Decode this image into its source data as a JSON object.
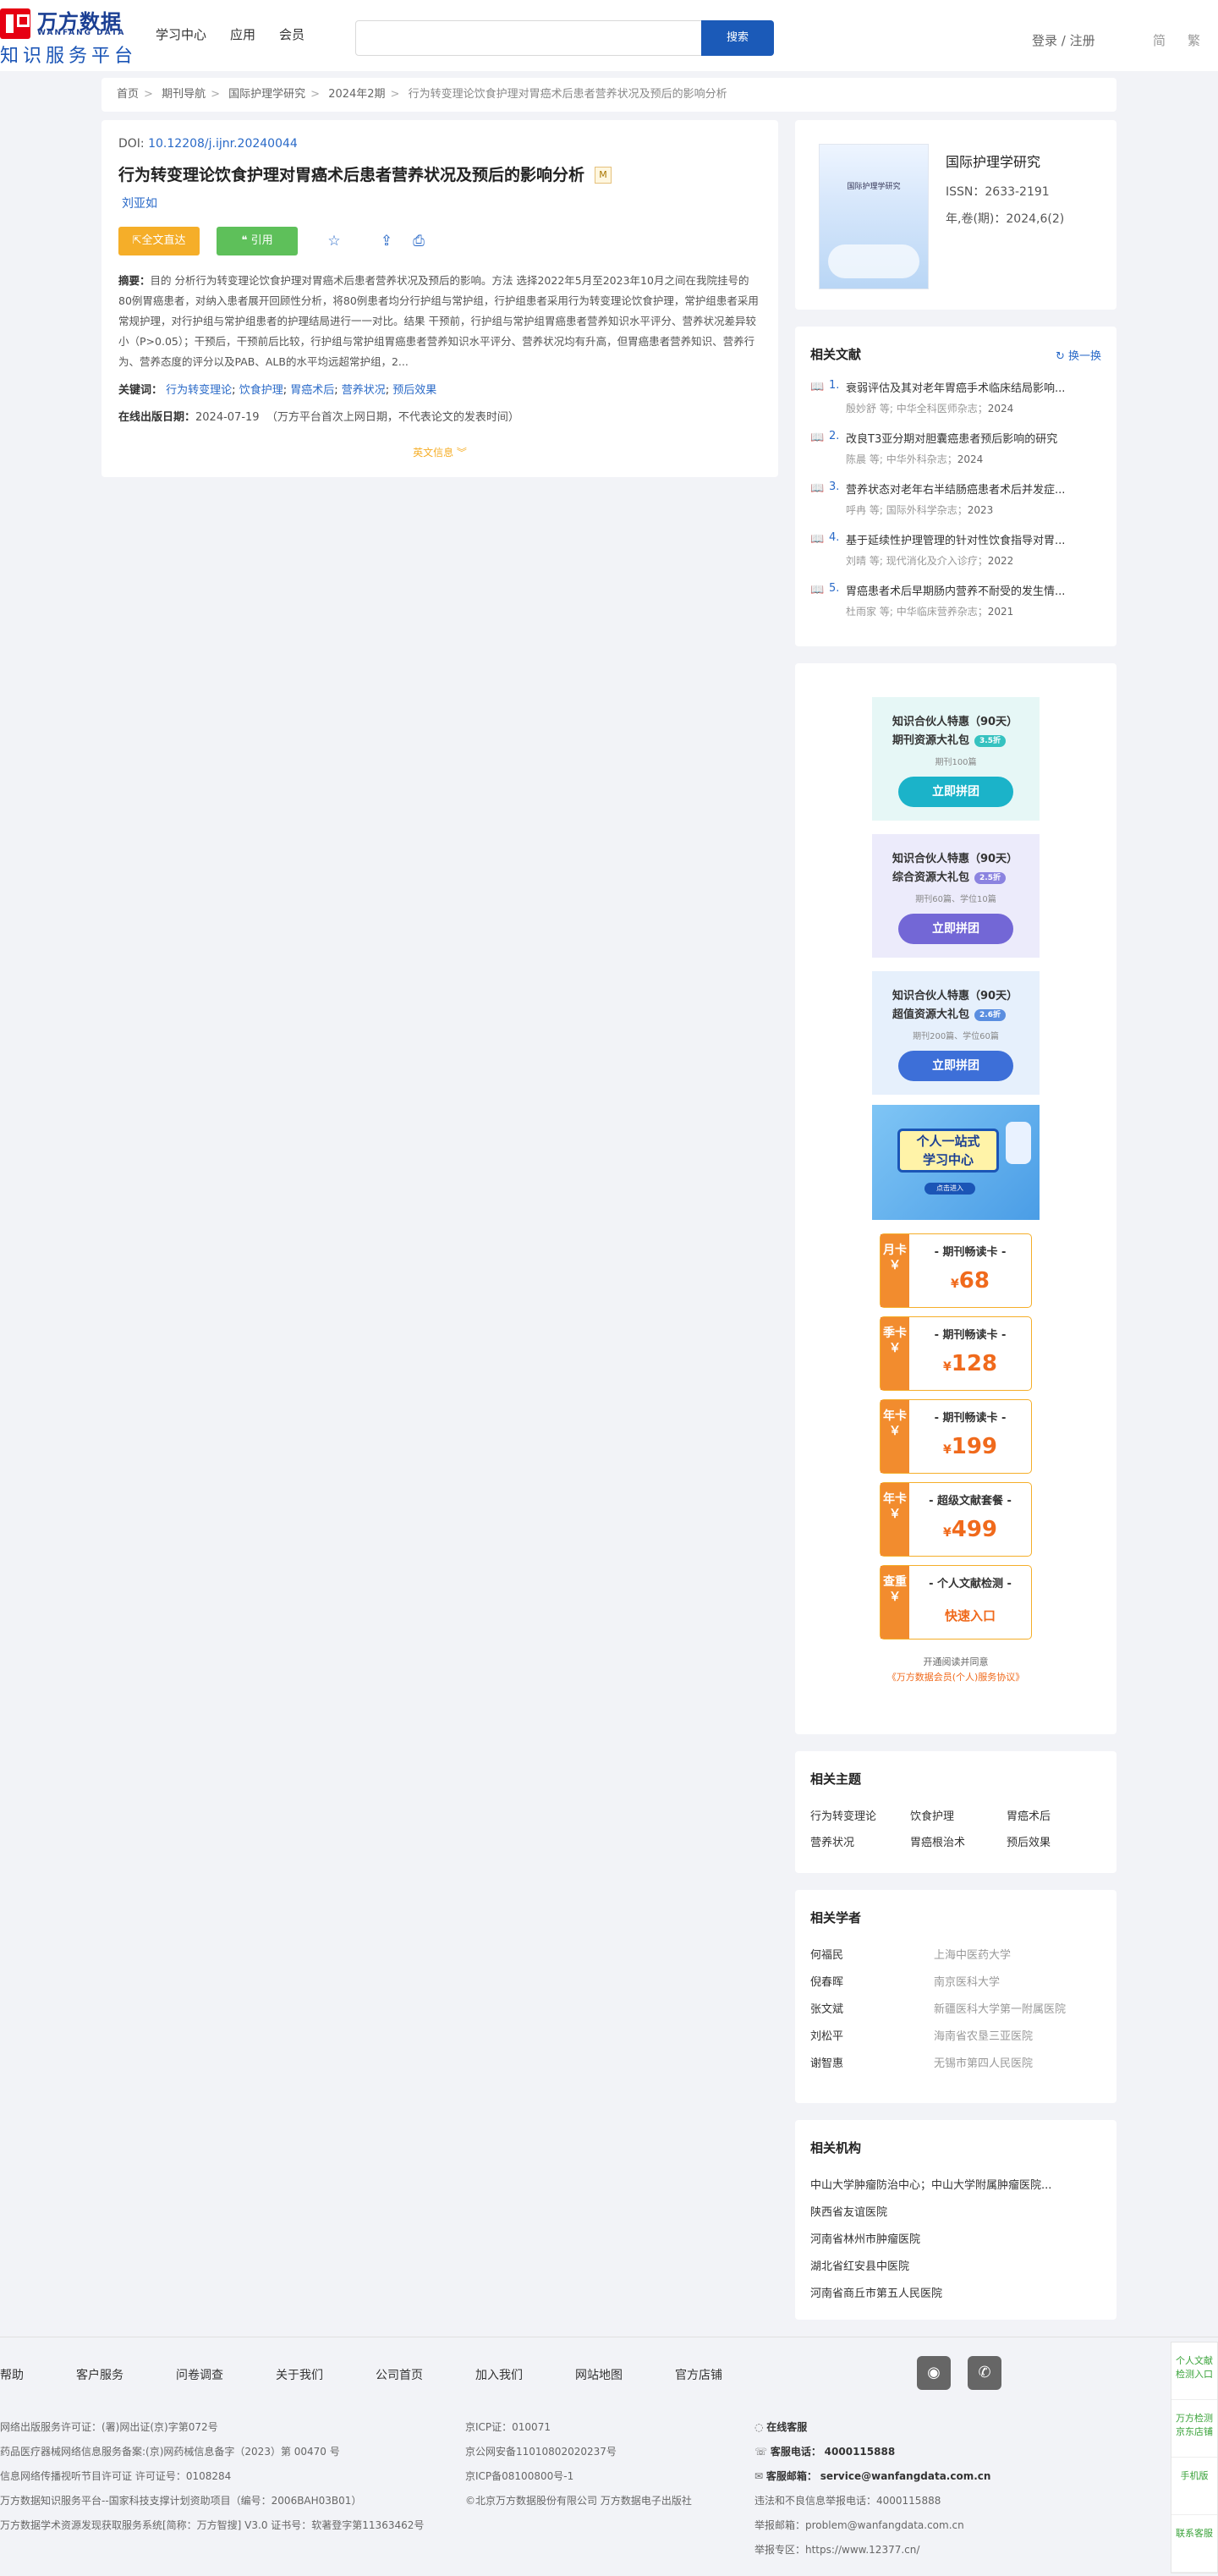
{
  "header": {
    "logo_cn": "万方数据",
    "logo_en": "WANFANG DATA",
    "logo_sub": "知识服务平台",
    "nav": [
      "学习中心",
      "应用",
      "会员"
    ],
    "search_placeholder": "",
    "search_label": "搜索",
    "login": "登录 / 注册",
    "lang": [
      "简",
      "繁"
    ]
  },
  "breadcrumb": [
    "首页",
    "期刊导航",
    "国际护理学研究",
    "2024年2期",
    "行为转变理论饮食护理对胃癌术后患者营养状况及预后的影响分析"
  ],
  "article": {
    "doi_label": "DOI:",
    "doi": "10.12208/j.ijnr.20240044",
    "title": "行为转变理论饮食护理对胃癌术后患者营养状况及预后的影响分析",
    "tag": "M",
    "author": "刘亚如",
    "btn_full": "全文直达",
    "btn_cite": "引用",
    "abstract_label": "摘要：",
    "abstract": "目的 分析行为转变理论饮食护理对胃癌术后患者营养状况及预后的影响。方法 选择2022年5月至2023年10月之间在我院挂号的80例胃癌患者，对纳入患者展开回顾性分析，将80例患者均分行护组与常护组，行护组患者采用行为转变理论饮食护理，常护组患者采用常规护理，对行护组与常护组患者的护理结局进行一一对比。结果 干预前，行护组与常护组胃癌患者营养知识水平评分、营养状况差异较小（P>0.05）；干预后，干预前后比较，行护组与常护组胃癌患者营养知识水平评分、营养状况均有升高，但胃癌患者营养知识、营养行为、营养态度的评分以及PAB、ALB的水平均远超常护组，2...",
    "keywords_label": "关键词：",
    "keywords": [
      "行为转变理论",
      "饮食护理",
      "胃癌术后",
      "营养状况",
      "预后效果"
    ],
    "pub_label": "在线出版日期：",
    "pub_date": "2024-07-19",
    "pub_note": "（万方平台首次上网日期，不代表论文的发表时间）",
    "more": "英文信息"
  },
  "journal": {
    "cover_text": "国际护理学研究",
    "name": "国际护理学研究",
    "issn": "ISSN：2633-2191",
    "vol": "年,卷(期)：2024,6(2)"
  },
  "related": {
    "title": "相关文献",
    "refresh": "换一换",
    "items": [
      {
        "no": "1.",
        "title": "衰弱评估及其对老年胃癌手术临床结局影响...",
        "author": "殷妙舒 等;",
        "source": "中华全科医师杂志；",
        "year": "2024"
      },
      {
        "no": "2.",
        "title": "改良T3亚分期对胆囊癌患者预后影响的研究",
        "author": "陈晨 等;",
        "source": "中华外科杂志；",
        "year": "2024"
      },
      {
        "no": "3.",
        "title": "营养状态对老年右半结肠癌患者术后并发症...",
        "author": "呼冉 等;",
        "source": "国际外科学杂志；",
        "year": "2023"
      },
      {
        "no": "4.",
        "title": "基于延续性护理管理的针对性饮食指导对胃...",
        "author": "刘晴 等;",
        "source": "现代消化及介入诊疗；",
        "year": "2022"
      },
      {
        "no": "5.",
        "title": "胃癌患者术后早期肠内营养不耐受的发生情...",
        "author": "杜雨家 等;",
        "source": "中华临床营养杂志；",
        "year": "2021"
      }
    ]
  },
  "promo": {
    "cards": [
      {
        "l1": "知识合伙人特惠（90天）",
        "l2": "期刊资源大礼包",
        "badge": "3.5折",
        "l3": "期刊100篇",
        "btn": "立即拼团"
      },
      {
        "l1": "知识合伙人特惠（90天）",
        "l2": "综合资源大礼包",
        "badge": "2.5折",
        "l3": "期刊60篇、学位10篇",
        "btn": "立即拼团"
      },
      {
        "l1": "知识合伙人特惠（90天）",
        "l2": "超值资源大礼包",
        "badge": "2.6折",
        "l3": "期刊200篇、学位60篇",
        "btn": "立即拼团"
      }
    ],
    "banner_t1": "个人一站式",
    "banner_t2": "学习中心",
    "banner_enter": "点击进入",
    "vip": [
      {
        "side": "月卡",
        "title": "- 期刊畅读卡 -",
        "price": "68",
        "sym": "¥"
      },
      {
        "side": "季卡",
        "title": "- 期刊畅读卡 -",
        "price": "128",
        "sym": "¥"
      },
      {
        "side": "年卡",
        "title": "- 期刊畅读卡 -",
        "price": "199",
        "sym": "¥"
      },
      {
        "side": "年卡",
        "title": "- 超级文献套餐 -",
        "price": "499",
        "sym": "¥"
      },
      {
        "side": "查重",
        "title": "- 个人文献检测 -",
        "quick": "快速入口"
      }
    ],
    "notice1": "开通阅读并同意",
    "notice2": "《万方数据会员(个人)服务协议》"
  },
  "topics": {
    "title": "相关主题",
    "items": [
      "行为转变理论",
      "饮食护理",
      "胃癌术后",
      "营养状况",
      "胃癌根治术",
      "预后效果"
    ]
  },
  "scholars": {
    "title": "相关学者",
    "items": [
      {
        "name": "何福民",
        "org": "上海中医药大学"
      },
      {
        "name": "倪春晖",
        "org": "南京医科大学"
      },
      {
        "name": "张文斌",
        "org": "新疆医科大学第一附属医院"
      },
      {
        "name": "刘松平",
        "org": "海南省农垦三亚医院"
      },
      {
        "name": "谢智惠",
        "org": "无锡市第四人民医院"
      }
    ]
  },
  "institutions": {
    "title": "相关机构",
    "items": [
      "中山大学肿瘤防治中心；中山大学附属肿瘤医院...",
      "陕西省友谊医院",
      "河南省林州市肿瘤医院",
      "湖北省红安县中医院",
      "河南省商丘市第五人民医院"
    ]
  },
  "footer": {
    "links": [
      "帮助",
      "客户服务",
      "问卷调查",
      "关于我们",
      "公司首页",
      "加入我们",
      "网站地图",
      "官方店铺"
    ],
    "col1": [
      "网络出版服务许可证：(署)网出证(京)字第072号",
      "药品医疗器械网络信息服务备案:(京)网药械信息备字（2023）第 00470 号",
      "信息网络传播视听节目许可证 许可证号：0108284",
      "万方数据知识服务平台--国家科技支撑计划资助项目（编号：2006BAH03B01）",
      "万方数据学术资源发现获取服务系统[简称：万方智搜] V3.0 证书号：软著登字第11363462号"
    ],
    "col2": [
      "京ICP证：010071",
      "京公网安备11010802020237号",
      "京ICP备08100800号-1",
      "©北京万方数据股份有限公司 万方数据电子出版社"
    ],
    "col3": [
      "在线客服",
      "客服电话：",
      "4000115888",
      "客服邮箱：",
      "service@wanfangdata.com.cn",
      "违法和不良信息举报电话：4000115888",
      "举报邮箱：problem@wanfangdata.com.cn",
      "举报专区：https://www.12377.cn/"
    ]
  },
  "side": [
    "个人文献检测入口",
    "万方检测京东店铺",
    "手机版",
    "联系客服"
  ]
}
